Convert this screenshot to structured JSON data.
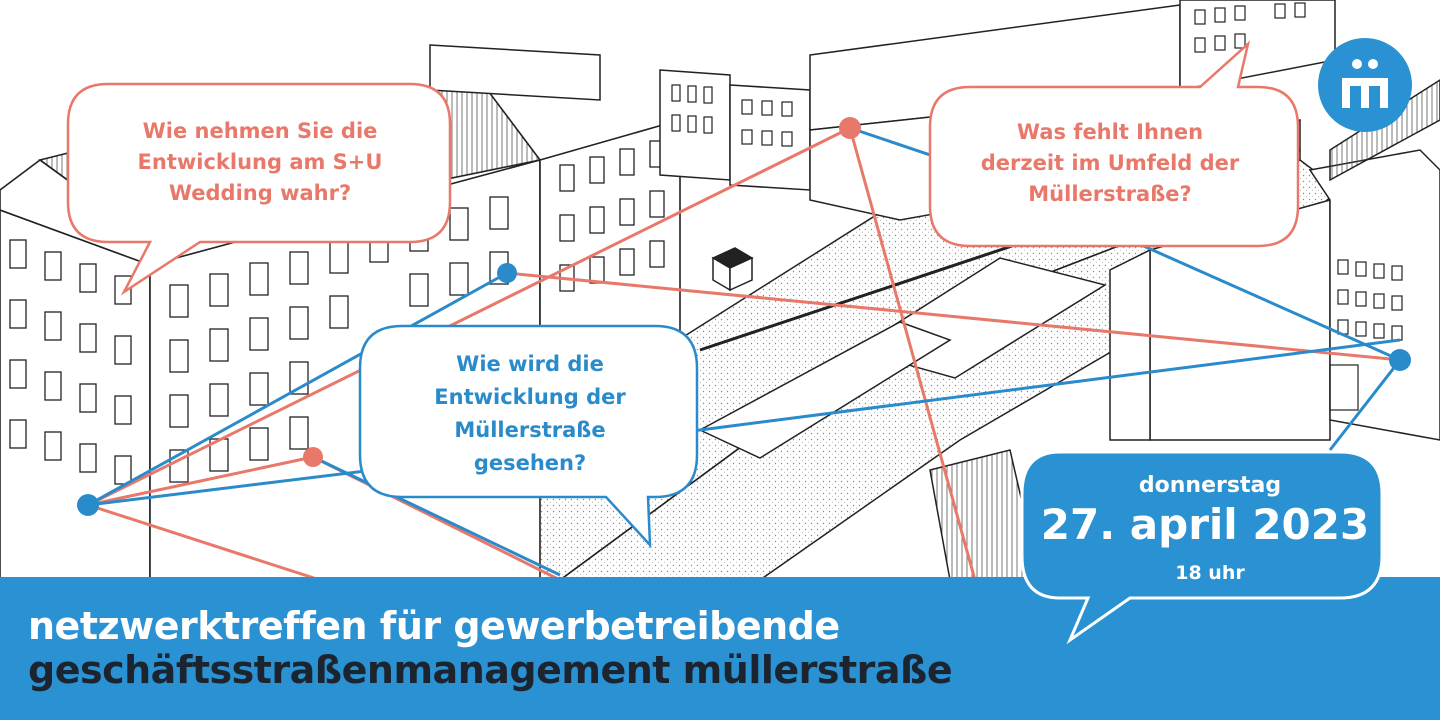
{
  "bubbles": {
    "top_left": {
      "lines": [
        "Wie nehmen Sie die",
        "Entwicklung am S+U",
        "Wedding wahr?"
      ]
    },
    "top_right": {
      "lines": [
        "Was fehlt Ihnen",
        "derzeit im Umfeld der",
        "Müllerstraße?"
      ]
    },
    "center": {
      "lines": [
        "Wie wird die",
        "Entwicklung der",
        "Müllerstraße",
        "gesehen?"
      ]
    }
  },
  "event": {
    "weekday": "donnerstag",
    "date": "27. april 2023",
    "time": "18 uhr"
  },
  "headline": {
    "line1": "netzwerktreffen für gewerbetreibende",
    "line2": "geschäftsstraßenmanagement müllerstraße"
  },
  "logo": {
    "icon": "mu-monogram-logo"
  },
  "colors": {
    "accent_blue": "#2a92d2",
    "accent_salmon": "#e8786a",
    "dark_text": "#1c2430"
  }
}
